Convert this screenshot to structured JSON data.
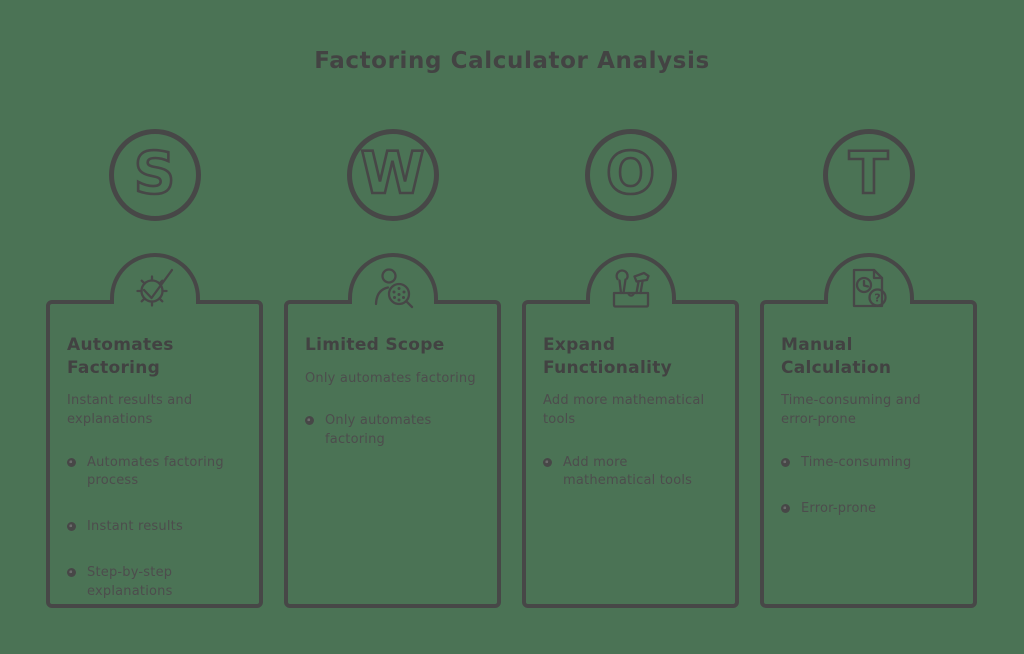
{
  "title": "Factoring Calculator Analysis",
  "theme": {
    "background_color": "#4b7355",
    "ink_color": "#474747"
  },
  "columns": [
    {
      "letter": "S",
      "icon": "gear-check-icon",
      "card": {
        "title": "Automates Factoring",
        "subtitle": "Instant results and explanations",
        "bullets": [
          "Automates factoring process",
          "Instant results",
          "Step-by-step explanations"
        ]
      }
    },
    {
      "letter": "W",
      "icon": "person-magnifier-icon",
      "card": {
        "title": "Limited Scope",
        "subtitle": "Only automates factoring",
        "bullets": [
          "Only automates factoring"
        ]
      }
    },
    {
      "letter": "O",
      "icon": "toolbox-icon",
      "card": {
        "title": "Expand Functionality",
        "subtitle": "Add more mathematical tools",
        "bullets": [
          "Add more mathematical tools"
        ]
      }
    },
    {
      "letter": "T",
      "icon": "document-clock-question-icon",
      "card": {
        "title": "Manual Calculation",
        "subtitle": "Time-consuming and error-prone",
        "bullets": [
          "Time-consuming",
          "Error-prone"
        ]
      }
    }
  ]
}
